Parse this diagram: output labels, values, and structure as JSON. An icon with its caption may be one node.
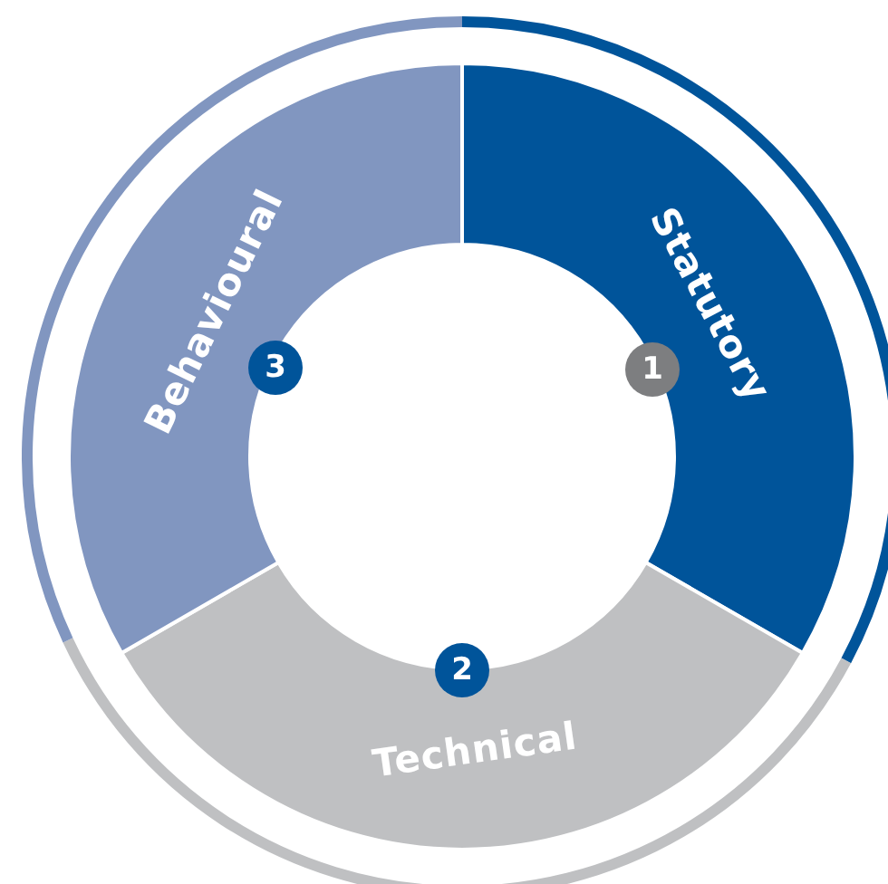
{
  "diagram": {
    "nodes": [
      {
        "text": [
          "Statutory"
        ]
      },
      {
        "text": [
          "Technical"
        ]
      },
      {
        "text": [
          "Behavioural"
        ]
      }
    ],
    "labels": [
      "1",
      "2",
      "3"
    ]
  }
}
